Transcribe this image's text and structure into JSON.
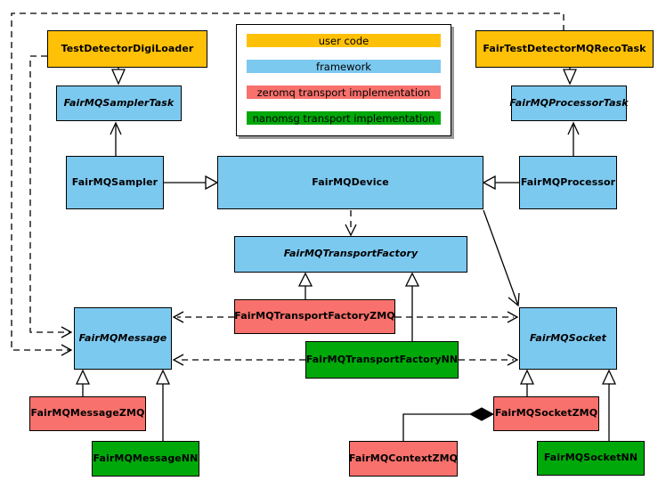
{
  "colors": {
    "user_code": "#FFC107",
    "framework": "#7CC9F0",
    "zeromq": "#F8716C",
    "nanomsg": "#00A80A",
    "border": "#000000"
  },
  "legend": {
    "items": [
      {
        "label": "user code",
        "color": "#FFC107"
      },
      {
        "label": "framework",
        "color": "#7CC9F0"
      },
      {
        "label": "zeromq transport implementation",
        "color": "#F8716C"
      },
      {
        "label": "nanomsg transport implementation",
        "color": "#00A80A"
      }
    ]
  },
  "diagram": {
    "nodes": {
      "testDetectorDigiLoader": {
        "label": "TestDetectorDigiLoader",
        "category": "user_code",
        "abstract": false
      },
      "fairTestDetectorMQRecoTask": {
        "label": "FairTestDetectorMQRecoTask",
        "category": "user_code",
        "abstract": false
      },
      "fairMQSamplerTask": {
        "label": "FairMQSamplerTask",
        "category": "framework",
        "abstract": true
      },
      "fairMQProcessorTask": {
        "label": "FairMQProcessorTask",
        "category": "framework",
        "abstract": true
      },
      "fairMQSampler": {
        "label": "FairMQSampler",
        "category": "framework",
        "abstract": false
      },
      "fairMQDevice": {
        "label": "FairMQDevice",
        "category": "framework",
        "abstract": false
      },
      "fairMQProcessor": {
        "label": "FairMQProcessor",
        "category": "framework",
        "abstract": false
      },
      "fairMQTransportFactory": {
        "label": "FairMQTransportFactory",
        "category": "framework",
        "abstract": true
      },
      "fairMQTransportFactoryZMQ": {
        "label": "FairMQTransportFactoryZMQ",
        "category": "zeromq",
        "abstract": false
      },
      "fairMQTransportFactoryNN": {
        "label": "FairMQTransportFactoryNN",
        "category": "nanomsg",
        "abstract": false
      },
      "fairMQMessage": {
        "label": "FairMQMessage",
        "category": "framework",
        "abstract": true
      },
      "fairMQSocket": {
        "label": "FairMQSocket",
        "category": "framework",
        "abstract": true
      },
      "fairMQMessageZMQ": {
        "label": "FairMQMessageZMQ",
        "category": "zeromq",
        "abstract": false
      },
      "fairMQMessageNN": {
        "label": "FairMQMessageNN",
        "category": "nanomsg",
        "abstract": false
      },
      "fairMQContextZMQ": {
        "label": "FairMQContextZMQ",
        "category": "zeromq",
        "abstract": false
      },
      "fairMQSocketZMQ": {
        "label": "FairMQSocketZMQ",
        "category": "zeromq",
        "abstract": false
      },
      "fairMQSocketNN": {
        "label": "FairMQSocketNN",
        "category": "nanomsg",
        "abstract": false
      }
    },
    "edges": [
      {
        "from": "TestDetectorDigiLoader",
        "to": "FairMQSamplerTask",
        "type": "inheritance-solid"
      },
      {
        "from": "FairTestDetectorMQRecoTask",
        "to": "FairMQProcessorTask",
        "type": "inheritance-solid"
      },
      {
        "from": "FairMQSampler",
        "to": "FairMQSamplerTask",
        "type": "association-open-arrow"
      },
      {
        "from": "FairMQProcessor",
        "to": "FairMQProcessorTask",
        "type": "association-open-arrow"
      },
      {
        "from": "FairMQSampler",
        "to": "FairMQDevice",
        "type": "inheritance-solid"
      },
      {
        "from": "FairMQProcessor",
        "to": "FairMQDevice",
        "type": "inheritance-solid"
      },
      {
        "from": "FairMQDevice",
        "to": "FairMQTransportFactory",
        "type": "dependency-dashed"
      },
      {
        "from": "FairMQDevice",
        "to": "FairMQSocket",
        "type": "association-open-arrow"
      },
      {
        "from": "FairMQTransportFactoryZMQ",
        "to": "FairMQTransportFactory",
        "type": "inheritance-solid"
      },
      {
        "from": "FairMQTransportFactoryNN",
        "to": "FairMQTransportFactory",
        "type": "inheritance-solid"
      },
      {
        "from": "FairMQTransportFactoryZMQ",
        "to": "FairMQMessage",
        "type": "dependency-dashed"
      },
      {
        "from": "FairMQTransportFactoryZMQ",
        "to": "FairMQSocket",
        "type": "dependency-dashed"
      },
      {
        "from": "FairMQTransportFactoryNN",
        "to": "FairMQMessage",
        "type": "dependency-dashed"
      },
      {
        "from": "FairMQTransportFactoryNN",
        "to": "FairMQSocket",
        "type": "dependency-dashed"
      },
      {
        "from": "FairTestDetectorMQRecoTask",
        "to": "FairMQMessage",
        "type": "dependency-dashed"
      },
      {
        "from": "TestDetectorDigiLoader",
        "to": "FairMQMessage",
        "type": "dependency-dashed"
      },
      {
        "from": "FairMQMessageZMQ",
        "to": "FairMQMessage",
        "type": "inheritance-solid"
      },
      {
        "from": "FairMQMessageNN",
        "to": "FairMQMessage",
        "type": "inheritance-solid"
      },
      {
        "from": "FairMQSocketZMQ",
        "to": "FairMQSocket",
        "type": "inheritance-solid"
      },
      {
        "from": "FairMQSocketNN",
        "to": "FairMQSocket",
        "type": "inheritance-solid"
      },
      {
        "from": "FairMQContextZMQ",
        "to": "FairMQSocketZMQ",
        "type": "composition-diamond"
      }
    ]
  }
}
